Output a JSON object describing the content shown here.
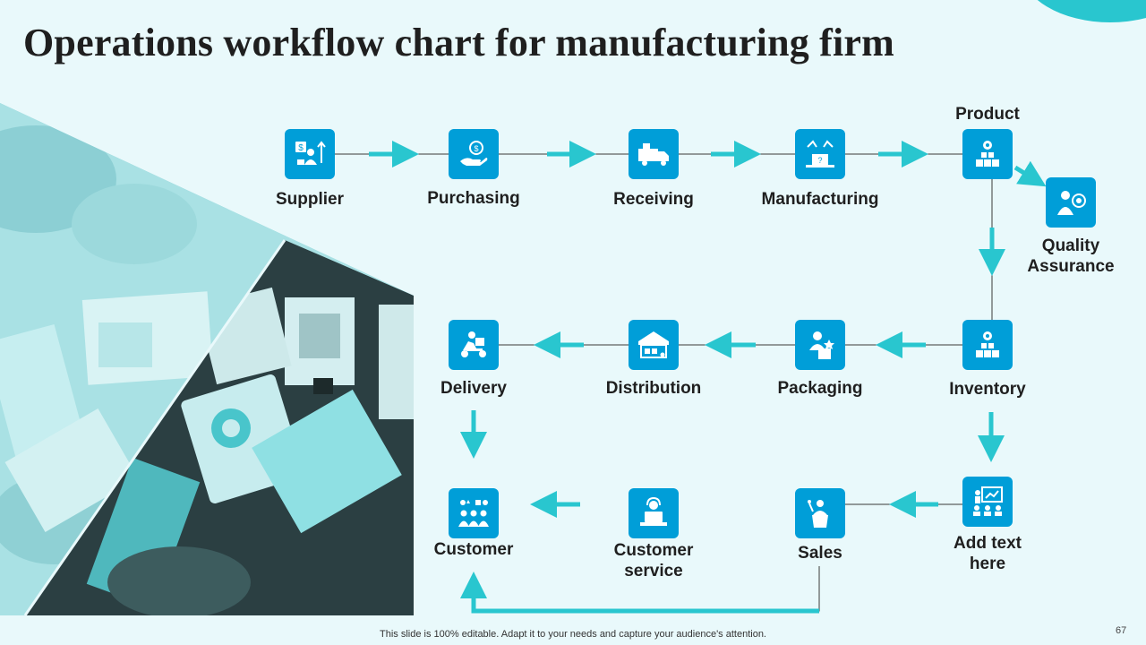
{
  "slide": {
    "title": "Operations workflow chart for manufacturing firm",
    "footer": "This slide is 100% editable. Adapt it to your needs and capture your audience's attention.",
    "page_number": "67"
  },
  "colors": {
    "accent": "#29c6cf",
    "icon_bg": "#009ed8",
    "background": "#e9f9fb",
    "text": "#1f1f1f"
  },
  "steps": {
    "supplier": {
      "label": "Supplier",
      "icon": "supplier-icon"
    },
    "purchasing": {
      "label": "Purchasing",
      "icon": "payment-hand-icon"
    },
    "receiving": {
      "label": "Receiving",
      "icon": "truck-icon"
    },
    "manufacturing": {
      "label": "Manufacturing",
      "icon": "production-line-icon"
    },
    "product": {
      "label": "Product",
      "icon": "product-boxes-icon"
    },
    "quality": {
      "label": "Quality\nAssurance",
      "icon": "quality-inspector-icon"
    },
    "inventory": {
      "label": "Inventory",
      "icon": "inventory-boxes-icon"
    },
    "packaging": {
      "label": "Packaging",
      "icon": "packaging-worker-icon"
    },
    "distribution": {
      "label": "Distribution",
      "icon": "warehouse-icon"
    },
    "delivery": {
      "label": "Delivery",
      "icon": "delivery-scooter-icon"
    },
    "addtext": {
      "label": "Add text\nhere",
      "icon": "presentation-icon"
    },
    "sales": {
      "label": "Sales",
      "icon": "speaker-podium-icon"
    },
    "service": {
      "label": "Customer\nservice",
      "icon": "support-agent-icon"
    },
    "customer": {
      "label": "Customer",
      "icon": "customers-icon"
    }
  }
}
